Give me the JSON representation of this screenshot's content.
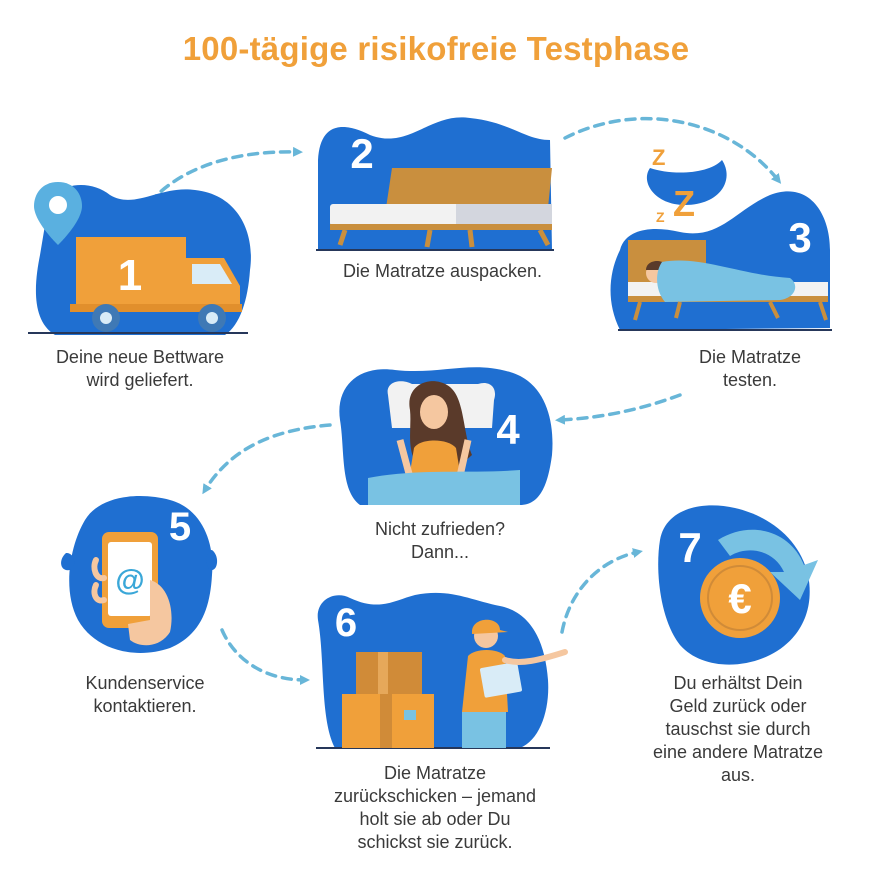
{
  "title": "100-tägige risikofreie Testphase",
  "colors": {
    "accent": "#f0a03a",
    "blue": "#1f6fd1",
    "arrow": "#68b6d8",
    "text": "#3a3a3a"
  },
  "steps": [
    {
      "number": "1",
      "icon": "delivery-truck-icon",
      "caption": "Deine neue Bettware\nwird geliefert."
    },
    {
      "number": "2",
      "icon": "bed-icon",
      "caption": "Die Matratze auspacken."
    },
    {
      "number": "3",
      "icon": "sleeping-person-icon",
      "caption": "Die Matratze\ntesten."
    },
    {
      "number": "4",
      "icon": "unhappy-woman-icon",
      "caption": "Nicht zufrieden?\nDann..."
    },
    {
      "number": "5",
      "icon": "smartphone-icon",
      "symbol": "@",
      "caption": "Kundenservice\nkontaktieren."
    },
    {
      "number": "6",
      "icon": "courier-boxes-icon",
      "caption": "Die Matratze\nzurückschicken – jemand\nholt sie ab oder Du\nschickst sie zurück."
    },
    {
      "number": "7",
      "icon": "euro-coin-icon",
      "symbol": "€",
      "caption": "Du erhältst Dein\nGeld zurück oder\ntauschst sie durch\neine andere Matratze\naus."
    }
  ]
}
